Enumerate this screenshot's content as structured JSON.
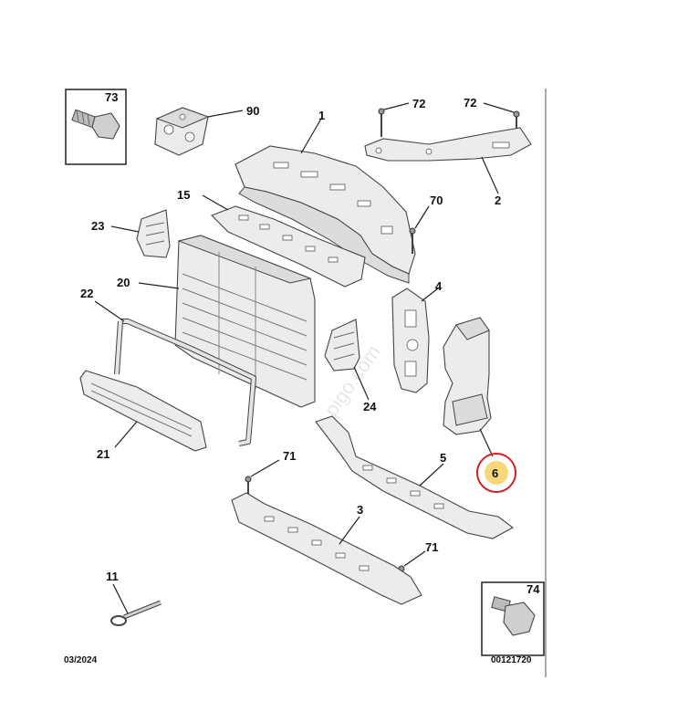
{
  "labels": {
    "p1": "1",
    "p2": "2",
    "p3": "3",
    "p4": "4",
    "p5": "5",
    "p6": "6",
    "p11": "11",
    "p15": "15",
    "p20": "20",
    "p21": "21",
    "p22": "22",
    "p23": "23",
    "p24": "24",
    "p70": "70",
    "p71a": "71",
    "p71b": "71",
    "p72a": "72",
    "p72b": "72",
    "p73": "73",
    "p74": "74",
    "p90": "90"
  },
  "footer": {
    "date": "03/2024",
    "ref": "00121720"
  },
  "watermark": "pigo.com",
  "colors": {
    "highlight_fill": "#f6d77a",
    "highlight_ring": "#d22020"
  }
}
